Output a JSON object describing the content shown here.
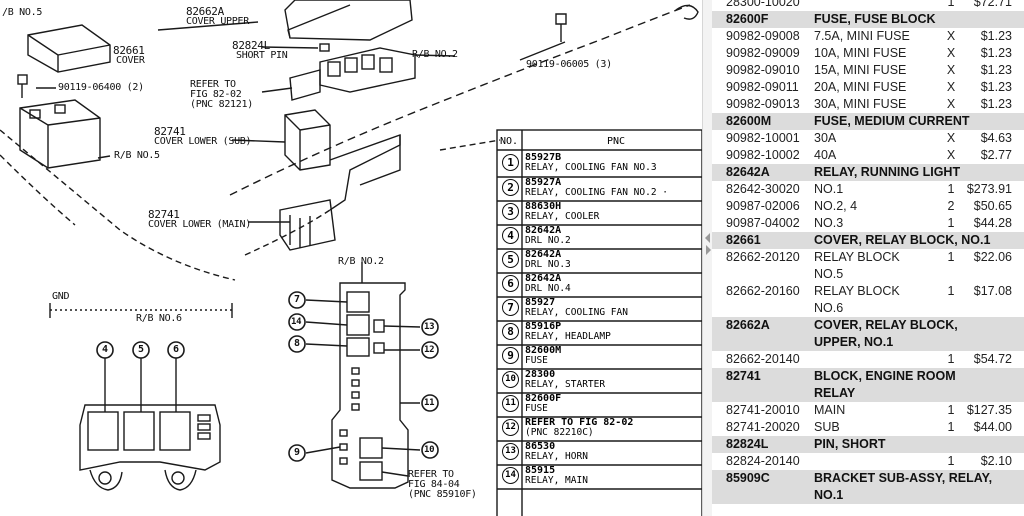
{
  "diagram": {
    "labels": {
      "rb5_top": "/B NO.5",
      "cover_upper_code": "82662A",
      "cover_upper_name": "COVER UPPER",
      "short_pin_code": "82824L",
      "short_pin_name": "SHORT PIN",
      "rb2_top": "R/B NO.2",
      "cover_code": "82661",
      "cover_name": "COVER",
      "bolt_left": "90119-06400 (2)",
      "refer_1": "REFER TO",
      "refer_2": "FIG 82-02",
      "refer_3": "(PNC 82121)",
      "bolt_right": "90119-06005 (3)",
      "cover_lower_sub_code": "82741",
      "cover_lower_sub_name": "COVER LOWER (SUB)",
      "rb5_mid": "R/B NO.5",
      "cover_lower_main_code": "82741",
      "cover_lower_main_name": "COVER LOWER (MAIN)",
      "rb2_mid": "R/B NO.2",
      "gnd": "GND",
      "rb6": "R/B NO.6",
      "refer_b1": "REFER TO",
      "refer_b2": "FIG 84-04",
      "refer_b3": "(PNC 85910F)"
    },
    "circles": {
      "c4": "4",
      "c5": "5",
      "c6": "6",
      "c7": "7",
      "c14": "14",
      "c8": "8",
      "c13": "13",
      "c12": "12",
      "c11": "11",
      "c9": "9",
      "c10": "10"
    },
    "pnc_table": {
      "col_no": "NO.",
      "col_pnc": "PNC",
      "rows": [
        {
          "no": "1",
          "code": "85927B",
          "desc": "RELAY, COOLING FAN NO.3"
        },
        {
          "no": "2",
          "code": "85927A",
          "desc": "RELAY, COOLING FAN NO.2 ·"
        },
        {
          "no": "3",
          "code": "88630H",
          "desc": "RELAY, COOLER"
        },
        {
          "no": "4",
          "code": "82642A",
          "desc": "DRL NO.2"
        },
        {
          "no": "5",
          "code": "82642A",
          "desc": "DRL NO.3"
        },
        {
          "no": "6",
          "code": "82642A",
          "desc": "DRL NO.4"
        },
        {
          "no": "7",
          "code": "85927",
          "desc": "RELAY, COOLING FAN"
        },
        {
          "no": "8",
          "code": "85916P",
          "desc": "RELAY, HEADLAMP"
        },
        {
          "no": "9",
          "code": "82600M",
          "desc": "FUSE"
        },
        {
          "no": "10",
          "code": "28300",
          "desc": "RELAY, STARTER"
        },
        {
          "no": "11",
          "code": "82600F",
          "desc": "FUSE"
        },
        {
          "no": "12",
          "code": "REFER TO FIG 82-02",
          "desc": "(PNC 82210C)"
        },
        {
          "no": "13",
          "code": "86530",
          "desc": "RELAY, HORN"
        },
        {
          "no": "14",
          "code": "85915",
          "desc": "RELAY, MAIN"
        }
      ]
    }
  },
  "parts_list": {
    "rows": [
      {
        "type": "part",
        "num": "28300-10020",
        "desc": "",
        "qty": "1",
        "price": "$72.71"
      },
      {
        "type": "header",
        "num": "82600F",
        "desc": "FUSE, FUSE BLOCK"
      },
      {
        "type": "part",
        "num": "90982-09008",
        "desc": "7.5A, MINI FUSE",
        "qty": "X",
        "price": "$1.23"
      },
      {
        "type": "part",
        "num": "90982-09009",
        "desc": "10A, MINI FUSE",
        "qty": "X",
        "price": "$1.23"
      },
      {
        "type": "part",
        "num": "90982-09010",
        "desc": "15A, MINI FUSE",
        "qty": "X",
        "price": "$1.23"
      },
      {
        "type": "part",
        "num": "90982-09011",
        "desc": "20A, MINI FUSE",
        "qty": "X",
        "price": "$1.23"
      },
      {
        "type": "part",
        "num": "90982-09013",
        "desc": "30A, MINI FUSE",
        "qty": "X",
        "price": "$1.23"
      },
      {
        "type": "header",
        "num": "82600M",
        "desc": "FUSE, MEDIUM CURRENT"
      },
      {
        "type": "part",
        "num": "90982-10001",
        "desc": "30A",
        "qty": "X",
        "price": "$4.63"
      },
      {
        "type": "part",
        "num": "90982-10002",
        "desc": "40A",
        "qty": "X",
        "price": "$2.77"
      },
      {
        "type": "header",
        "num": "82642A",
        "desc": "RELAY, RUNNING LIGHT"
      },
      {
        "type": "part",
        "num": "82642-30020",
        "desc": "NO.1",
        "qty": "1",
        "price": "$273.91"
      },
      {
        "type": "part",
        "num": "90987-02006",
        "desc": "NO.2, 4",
        "qty": "2",
        "price": "$50.65"
      },
      {
        "type": "part",
        "num": "90987-04002",
        "desc": "NO.3",
        "qty": "1",
        "price": "$44.28"
      },
      {
        "type": "header",
        "num": "82661",
        "desc": "COVER, RELAY BLOCK, NO.1"
      },
      {
        "type": "part2",
        "num": "82662-20120",
        "desc": "RELAY BLOCK",
        "desc2": "NO.5",
        "qty": "1",
        "price": "$22.06"
      },
      {
        "type": "part2",
        "num": "82662-20160",
        "desc": "RELAY BLOCK",
        "desc2": "NO.6",
        "qty": "1",
        "price": "$17.08"
      },
      {
        "type": "header2",
        "num": "82662A",
        "desc": "COVER, RELAY BLOCK,",
        "desc2": "UPPER, NO.1"
      },
      {
        "type": "part",
        "num": "82662-20140",
        "desc": "",
        "qty": "1",
        "price": "$54.72"
      },
      {
        "type": "header2",
        "num": "82741",
        "desc": "BLOCK, ENGINE ROOM",
        "desc2": "RELAY"
      },
      {
        "type": "part",
        "num": "82741-20010",
        "desc": "MAIN",
        "qty": "1",
        "price": "$127.35"
      },
      {
        "type": "part",
        "num": "82741-20020",
        "desc": "SUB",
        "qty": "1",
        "price": "$44.00"
      },
      {
        "type": "header",
        "num": "82824L",
        "desc": "PIN, SHORT"
      },
      {
        "type": "part",
        "num": "82824-20140",
        "desc": "",
        "qty": "1",
        "price": "$2.10"
      },
      {
        "type": "header2",
        "num": "85909C",
        "desc": "BRACKET SUB-ASSY, RELAY,",
        "desc2": "NO.1"
      }
    ]
  }
}
